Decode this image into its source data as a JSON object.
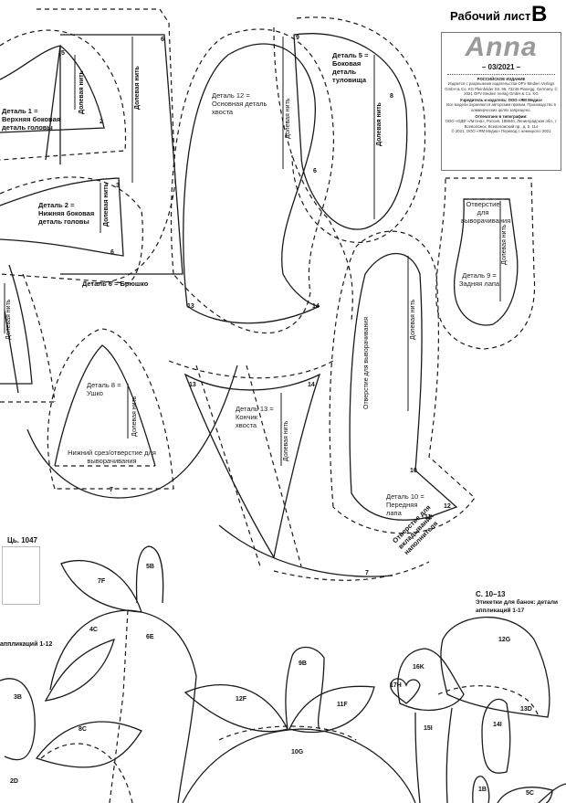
{
  "header": {
    "worksheet_title": "Рабочий лист",
    "worksheet_letter": "B",
    "magazine_logo": "Anna",
    "issue": "– 03/2021 –",
    "imprint": [
      {
        "heading": "РОССИЙСКОЕ ИЗДАНИЕ",
        "text": "Издается с разрешения издательства OPV Medien Verlags GmbH & Co. KG Pleinfelder Str. 99, 73249 Planegg, Germany. © 2021 OPV Medien Verlag GmbH & Co. KG"
      },
      {
        "heading": "Учредитель и издатель: ООО «ЯМ Медиа»",
        "text": "Все модели охраняются авторским правом. Производство в коммерческих целях запрещено."
      },
      {
        "heading": "Отпечатано в типографии:",
        "text": "ООО «ОДФ «Литэна», Россия, 188640, Ленинградская обл., г. Всеволожск, Всеволожский пр., д. 5, 114"
      },
      {
        "heading": "",
        "text": "© 2021, ООО «ЯМ Медиа» Перевод с немецкого: 2021"
      }
    ]
  },
  "pattern_pieces": [
    {
      "id": "detail-1",
      "label": "Деталь 1 = Верхняя боковая деталь головы",
      "grain": "Долевая нить",
      "marks": [
        "5",
        "2"
      ]
    },
    {
      "id": "detail-2",
      "label": "Деталь 2 = Нижняя боковая деталь головы",
      "grain": "Долевая нить",
      "marks": [
        "3",
        "6"
      ]
    },
    {
      "id": "detail-5",
      "label": "Деталь 5 = Боковая деталь туловища",
      "grain": "Долевая нить",
      "marks": [
        "9",
        "8",
        "6"
      ]
    },
    {
      "id": "detail-6",
      "label": "Деталь 6 = Брюшко",
      "grain": "Долевая нить",
      "marks": [
        "5",
        "6"
      ]
    },
    {
      "id": "detail-8",
      "label": "Деталь 8 = Ушко",
      "grain": "Долевая нить",
      "note": "Нижний срез/отверстие для выворачивания",
      "marks": [
        "7"
      ]
    },
    {
      "id": "detail-9",
      "label": "Деталь 9 = Задняя лапа",
      "grain": "Долевая нить",
      "note": "Отверстие для выворачивания"
    },
    {
      "id": "detail-10",
      "label": "Деталь 10 = Передняя лапа",
      "grain": "Долевая нить",
      "note": "Отверстие для выворачивания",
      "marks": [
        "10",
        "11",
        "12"
      ]
    },
    {
      "id": "detail-12",
      "label": "Деталь 12 = Основная деталь хвоста",
      "grain": "Долевая нить",
      "marks": [
        "13",
        "14",
        "6"
      ]
    },
    {
      "id": "detail-13",
      "label": "Деталь 13 = Кончик хвоста",
      "grain": "Долевая нить",
      "marks": [
        "13",
        "14"
      ]
    },
    {
      "id": "filling-opening",
      "note": "Отверстие для вкладывания наполнителя",
      "marks": [
        "7"
      ]
    }
  ],
  "applique": {
    "catalog_label": "Ць. 1047",
    "left_note": "аппликаций 1-12",
    "section_title": "С. 10–13",
    "section_subtitle": "Этикетки для банок: детали аппликаций 1-17",
    "labels": [
      "7F",
      "5B",
      "4C",
      "6E",
      "3B",
      "8C",
      "2D",
      "12F",
      "9B",
      "11F",
      "10G",
      "16K",
      "17H",
      "12G",
      "13D",
      "15I",
      "14I",
      "1B",
      "5C"
    ]
  }
}
